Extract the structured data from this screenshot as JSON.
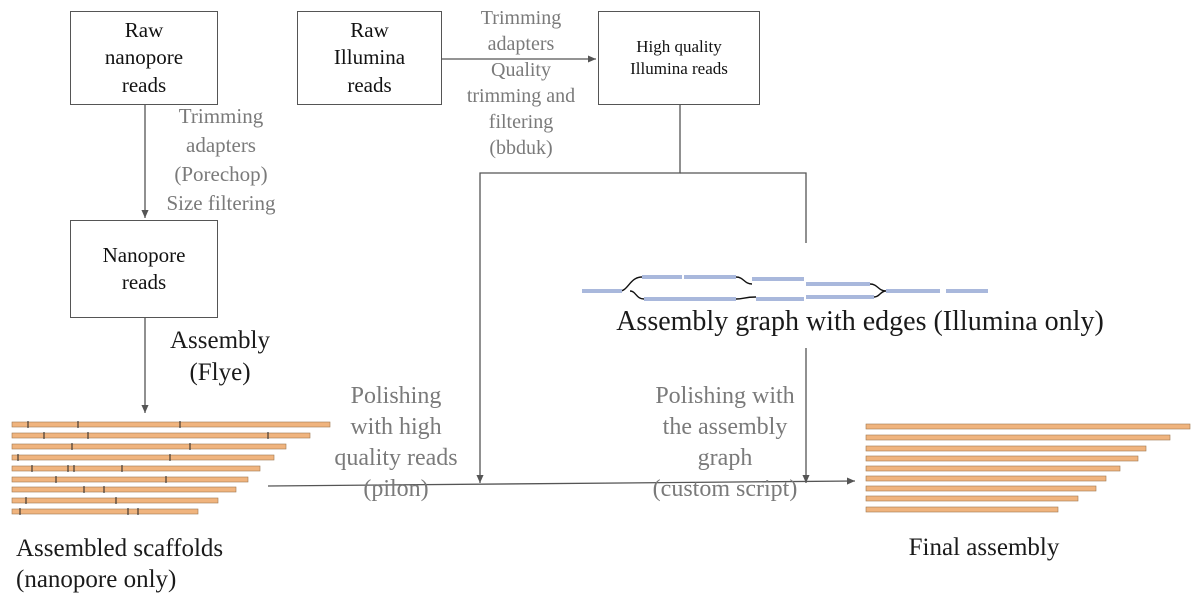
{
  "boxes": {
    "raw_nanopore": [
      "Raw",
      "nanopore",
      "reads"
    ],
    "raw_illumina": [
      "Raw",
      "Illumina",
      "reads"
    ],
    "high_quality": [
      "High quality",
      "Illumina reads"
    ],
    "nanopore_reads": [
      "Nanopore",
      "reads"
    ]
  },
  "steps": {
    "nanopore_trim": [
      "Trimming",
      "adapters",
      "(Porechop)",
      "Size filtering"
    ],
    "illumina_trim": [
      "Trimming",
      "adapters",
      "Quality",
      "trimming and",
      "filtering",
      "(bbduk)"
    ],
    "assembly": [
      "Assembly",
      "(Flye)"
    ],
    "polish_pilon": [
      "Polishing",
      "with high",
      "quality reads",
      "(pilon)"
    ],
    "polish_graph": [
      "Polishing with",
      "the assembly",
      "graph",
      "(custom script)"
    ]
  },
  "outputs": {
    "graph_title": "Assembly graph with edges (Illumina only)",
    "scaffolds": [
      "Assembled scaffolds",
      "(nanopore only)"
    ],
    "final": "Final assembly"
  },
  "colors": {
    "scaffold_fill": "#f0b47e",
    "scaffold_stroke": "#a07850",
    "graph_edge": "#a9b8dc",
    "arrow": "#555555",
    "step_text": "#7a7a7a"
  }
}
